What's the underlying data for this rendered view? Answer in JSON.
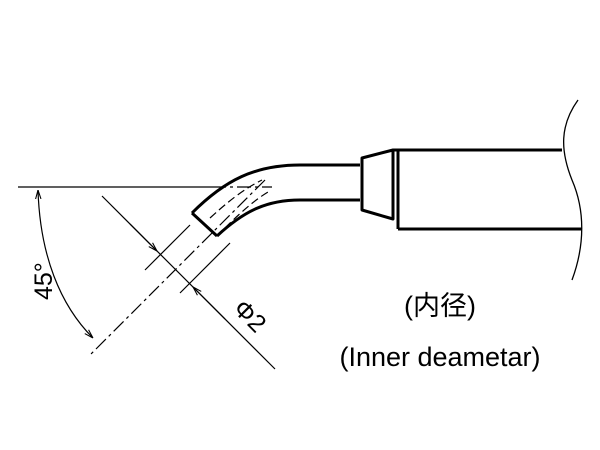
{
  "diagram": {
    "angle_label": "45°",
    "diameter_label": "Φ2",
    "caption_jp": "(内径)",
    "caption_en": "(Inner deametar)"
  }
}
